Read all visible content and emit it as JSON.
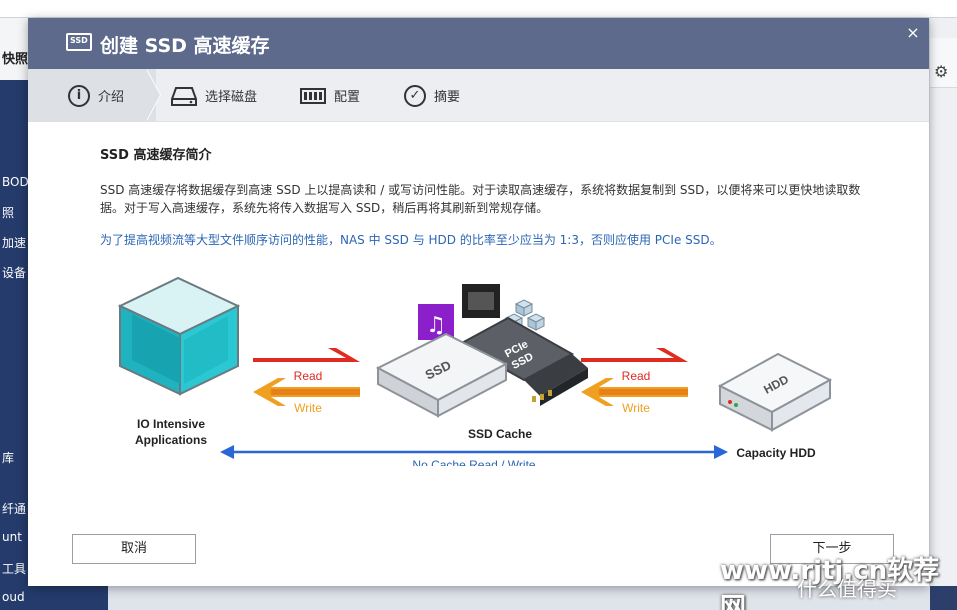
{
  "background": {
    "sidebar_header": "快照",
    "sidebar_items": [
      "BOD",
      "照",
      "加速",
      "设备",
      "库",
      "纤通",
      "unt",
      "工具",
      "oud"
    ]
  },
  "dialog": {
    "title": "创建 SSD 高速缓存",
    "icon_label": "SSD",
    "close_glyph": "×",
    "steps": [
      {
        "label": "介绍",
        "icon": "info-icon",
        "active": true
      },
      {
        "label": "选择磁盘",
        "icon": "disk-icon",
        "active": false
      },
      {
        "label": "配置",
        "icon": "config-icon",
        "active": false
      },
      {
        "label": "摘要",
        "icon": "check-circle-icon",
        "active": false
      }
    ],
    "heading": "SSD 高速缓存简介",
    "description": "SSD 高速缓存将数据缓存到高速 SSD 上以提高读和 / 或写访问性能。对于读取高速缓存，系统将数据复制到 SSD，以便将来可以更快地读取数据。对于写入高速缓存，系统先将传入数据写入 SSD，稍后再将其刷新到常规存储。",
    "note": "为了提高视频流等大型文件顺序访问的性能，NAS 中 SSD 与 HDD 的比率至少应当为 1:3，否则应使用 PCIe SSD。",
    "diagram": {
      "app_label_line1": "IO Intensive",
      "app_label_line2": "Applications",
      "read_left": "Read",
      "write_left": "Write",
      "ssd_label": "SSD",
      "pcie_label_line1": "PCIe",
      "pcie_label_line2": "SSD",
      "cache_label": "SSD Cache",
      "read_right": "Read",
      "write_right": "Write",
      "hdd_label": "HDD",
      "capacity_label": "Capacity HDD",
      "no_cache_label": "No Cache Read / Write"
    },
    "buttons": {
      "cancel": "取消",
      "next": "下一步"
    }
  },
  "watermark": {
    "site": "www.rjtj.cn软荐网",
    "sub": "什么值得买"
  },
  "colors": {
    "titlebar": "#5e6a8c",
    "accent_blue": "#2a66b5",
    "read_red": "#e02b20",
    "write_orange": "#f0a020",
    "cube_teal": "#19b8c4"
  }
}
